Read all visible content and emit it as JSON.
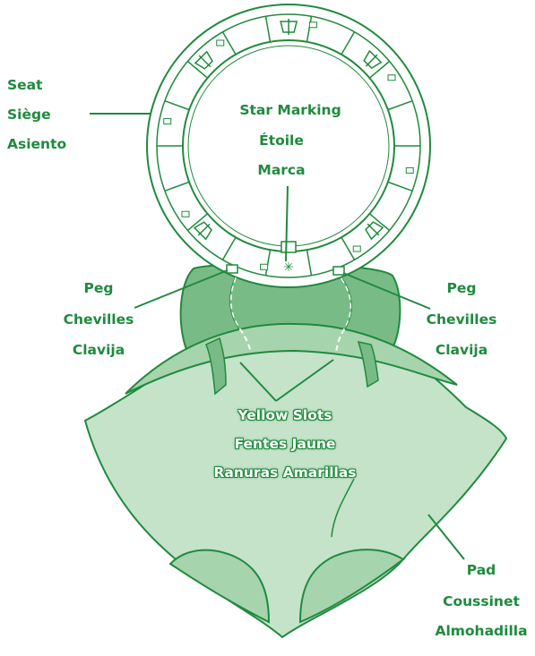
{
  "labels": {
    "seat": [
      "Seat",
      "Siège",
      "Asiento"
    ],
    "star": [
      "Star Marking",
      "Étoile",
      "Marca"
    ],
    "peg_left": [
      "Peg",
      "Chevilles",
      "Clavija"
    ],
    "peg_right": [
      "Peg",
      "Chevilles",
      "Clavija"
    ],
    "slots": [
      "Yellow Slots",
      "Fentes Jaune",
      "Ranuras Amarillas"
    ],
    "pad": [
      "Pad",
      "Coussinet",
      "Almohadilla"
    ]
  },
  "colors": {
    "line": "#1f8a3e",
    "pad_light": "#c4e3c9",
    "pad_mid": "#a6d4ad",
    "pad_dark": "#79bb86",
    "seat_fill": "#ffffff",
    "text": "#1f8a3e"
  }
}
